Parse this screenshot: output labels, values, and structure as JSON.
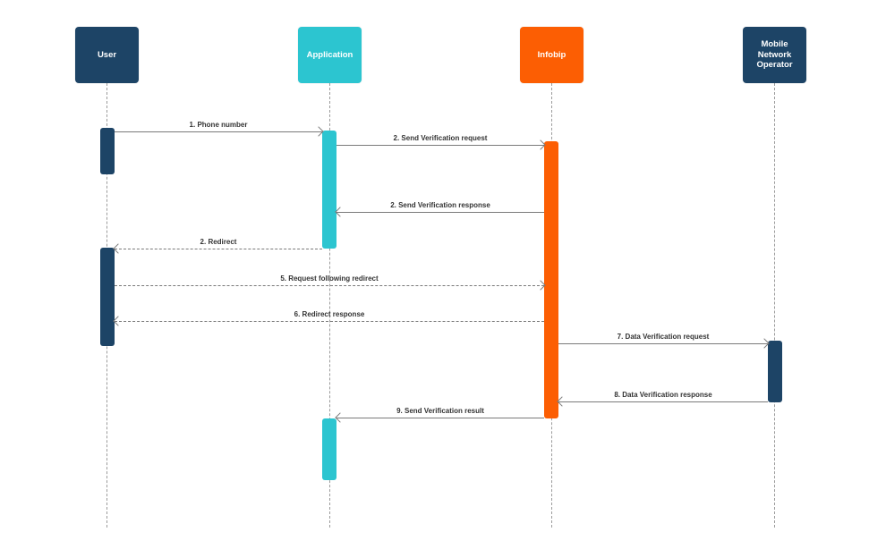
{
  "diagram": {
    "type": "sequence-diagram",
    "background_color": "#ffffff",
    "colors": {
      "navy": "#1d4466",
      "cyan": "#2cc5d0",
      "orange": "#fc5e03",
      "arrow_gray": "#7a7a7a",
      "lifeline_gray": "#9b9b9b",
      "label_text": "#333333",
      "actor_text": "#ffffff"
    },
    "actors": [
      {
        "id": "user",
        "label": "User",
        "color": "#1d4466"
      },
      {
        "id": "application",
        "label": "Application",
        "color": "#2cc5d0"
      },
      {
        "id": "infobip",
        "label": "Infobip",
        "color": "#fc5e03"
      },
      {
        "id": "mno",
        "label": "Mobile Network Operator",
        "color": "#1d4466"
      }
    ],
    "messages": [
      {
        "label": "1. Phone number",
        "from": "User",
        "to": "Application",
        "line": "solid",
        "direction": "right"
      },
      {
        "label": "2. Send Verification request",
        "from": "Application",
        "to": "Infobip",
        "line": "solid",
        "direction": "right"
      },
      {
        "label": "2. Send Verification response",
        "from": "Infobip",
        "to": "Application",
        "line": "solid",
        "direction": "left"
      },
      {
        "label": "2. Redirect",
        "from": "Application",
        "to": "User",
        "line": "dashed",
        "direction": "left"
      },
      {
        "label": "5. Request following redirect",
        "from": "User",
        "to": "Infobip",
        "line": "dashed",
        "direction": "right"
      },
      {
        "label": "6. Redirect response",
        "from": "Infobip",
        "to": "User",
        "line": "dashed",
        "direction": "left"
      },
      {
        "label": "7. Data Verification request",
        "from": "Infobip",
        "to": "Mobile Network Operator",
        "line": "solid",
        "direction": "right"
      },
      {
        "label": "8. Data Verification response",
        "from": "Mobile Network Operator",
        "to": "Infobip",
        "line": "solid",
        "direction": "left"
      },
      {
        "label": "9. Send Verification result",
        "from": "Infobip",
        "to": "Application",
        "line": "solid",
        "direction": "left"
      }
    ]
  }
}
